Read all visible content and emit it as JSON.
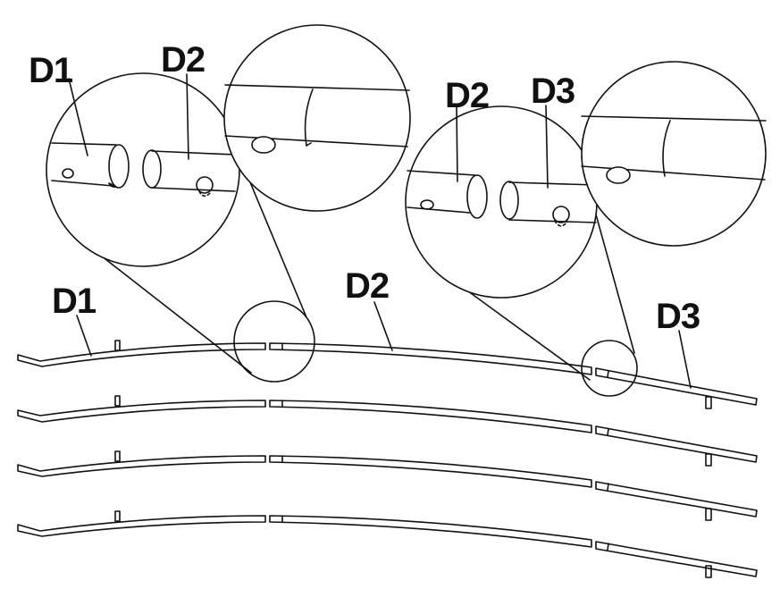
{
  "diagram": {
    "labels": {
      "top_left_d1": "D1",
      "top_left_d2": "D2",
      "top_right_d2": "D2",
      "top_right_d3": "D3",
      "mid_d1": "D1",
      "mid_d2": "D2",
      "mid_d3": "D3"
    },
    "segments": [
      "D1",
      "D2",
      "D3"
    ],
    "rail_rows": 4,
    "line_color": "#111111",
    "background": "#ffffff"
  }
}
